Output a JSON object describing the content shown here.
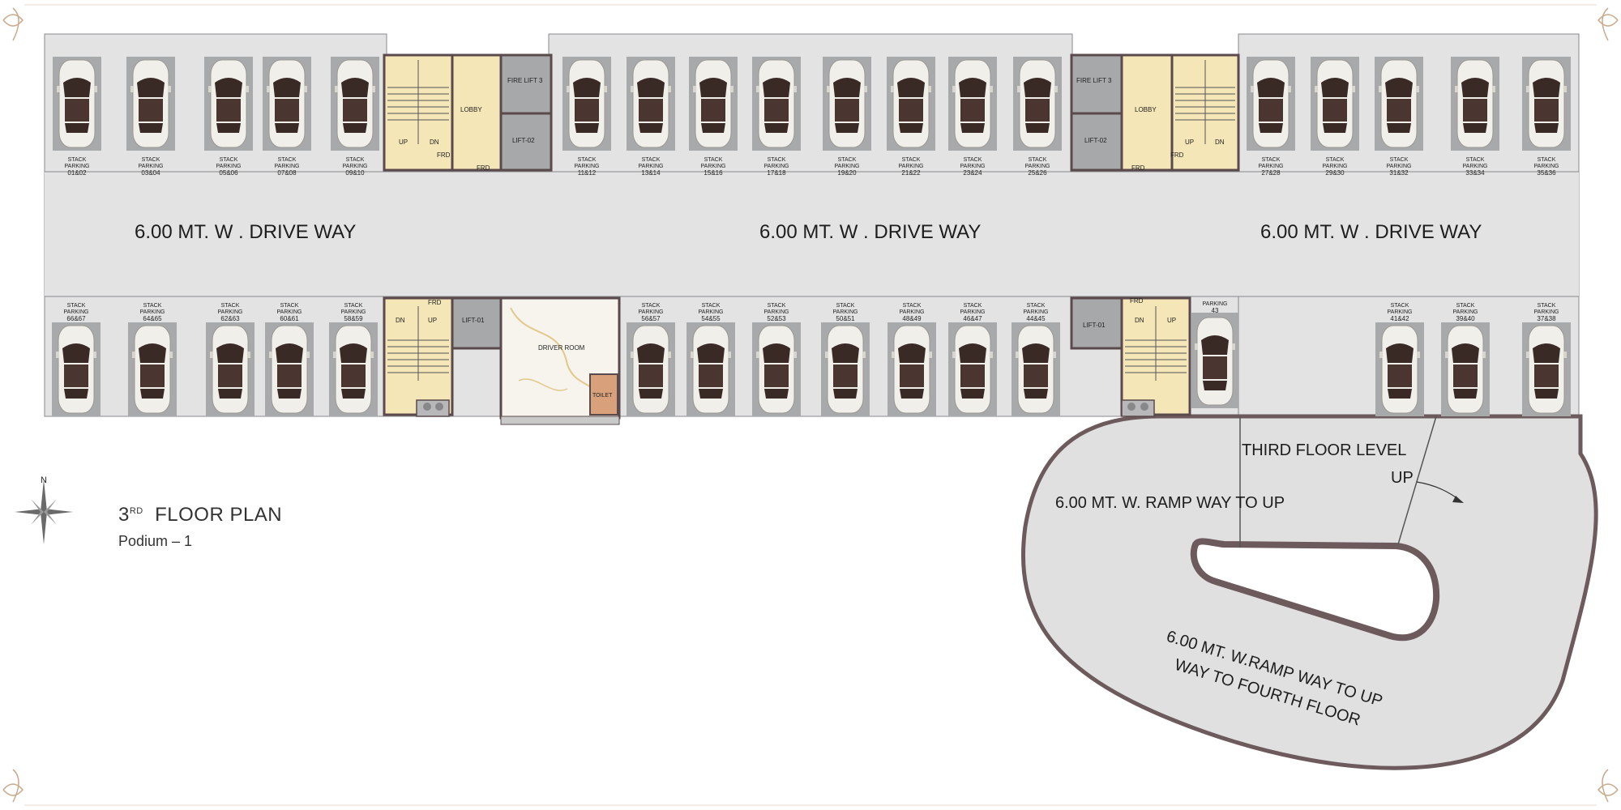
{
  "drive_way_label": "6.00 MT. W . DRIVE WAY",
  "top_left_stacks": [
    "01&02",
    "03&04",
    "05&06",
    "07&08",
    "09&10"
  ],
  "top_mid_stacks": [
    "11&12",
    "13&14",
    "15&16",
    "17&18",
    "19&20",
    "21&22",
    "23&24",
    "25&26"
  ],
  "top_right_stacks": [
    "27&28",
    "29&30",
    "31&32",
    "33&34",
    "35&36"
  ],
  "bottom_left_stacks": [
    "66&67",
    "64&65",
    "62&63",
    "60&61",
    "58&59"
  ],
  "bottom_mid_stacks": [
    "56&57",
    "54&55",
    "52&53",
    "50&51",
    "48&49",
    "46&47",
    "44&45"
  ],
  "bottom_right_stacks": [
    "41&42",
    "39&40",
    "37&38"
  ],
  "stack_label_line1": "STACK",
  "stack_label_line2": "PARKING",
  "single_parking": {
    "line1": "PARKING",
    "number": "43"
  },
  "core_labels": {
    "lobby": "LOBBY",
    "fire_lift": "FIRE LIFT 3",
    "lift_02": "LIFT-02",
    "lift_01": "LIFT-01",
    "frd": "FRD",
    "up": "UP",
    "dn": "DN",
    "driver_room": "DRIVER ROOM",
    "toilet": "TOILET"
  },
  "ramp": {
    "third_floor_level": "THIRD FLOOR LEVEL",
    "up_arrow_label": "UP",
    "ramp_way_up": "6.00  MT. W. RAMP WAY TO  UP",
    "ramp_line1": "6.00 MT. W.RAMP WAY TO UP",
    "ramp_line2": "WAY TO FOURTH FLOOR"
  },
  "compass_north": "N",
  "title": {
    "prefix": "3",
    "superscript": "RD",
    "main": "FLOOR PLAN",
    "subtitle": "Podium – 1"
  },
  "colors": {
    "floor": "#e3e3e4",
    "bay": "#a8a9ab",
    "wall": "#5a4a4c",
    "stair": "#f5e6b8",
    "lift": "#a7a8aa",
    "car_body": "#f1efea",
    "car_glass": "#3a2a26",
    "ramp_edge": "#6d5a5c",
    "border_ornament": "#c9a98c"
  }
}
